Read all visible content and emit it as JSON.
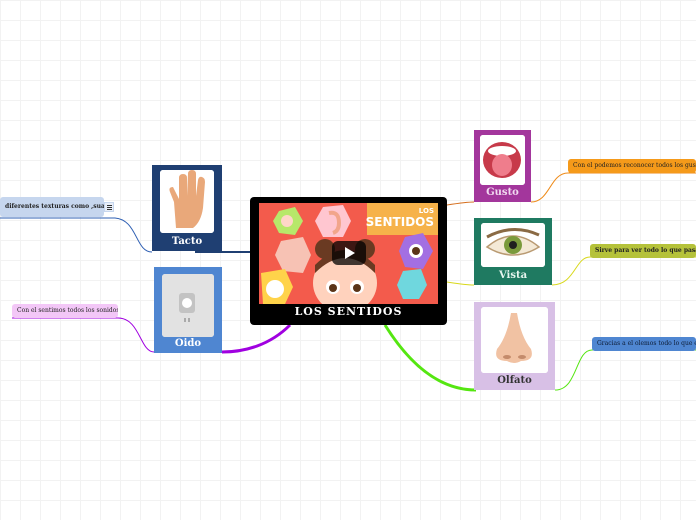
{
  "center": {
    "title": "LOS  SENTIDOS",
    "thumb_tag": "LOS",
    "thumb_title": "SENTIDOS"
  },
  "nodes": {
    "tacto": {
      "label": "Tacto",
      "color": "#1f3f72"
    },
    "oido": {
      "label": "Oido",
      "color": "#4f86d1"
    },
    "gusto": {
      "label": "Gusto",
      "color": "#a3369c"
    },
    "vista": {
      "label": "Vista",
      "color": "#1f7a61"
    },
    "olfato": {
      "label": "Olfato",
      "color": "#d8c0e6"
    }
  },
  "notes": {
    "tacto": "diferentes texturas como ,suave ,",
    "oido": "Con el sentimos todos los sonidos",
    "gusto": "Con el podemos reconocer todos los gustos",
    "vista": "Sirve para ver todo lo que pasa a n",
    "olfato": "Gracias a el olemos todo lo que esta"
  },
  "icons": {
    "note": "list-icon",
    "play": "play-icon"
  }
}
